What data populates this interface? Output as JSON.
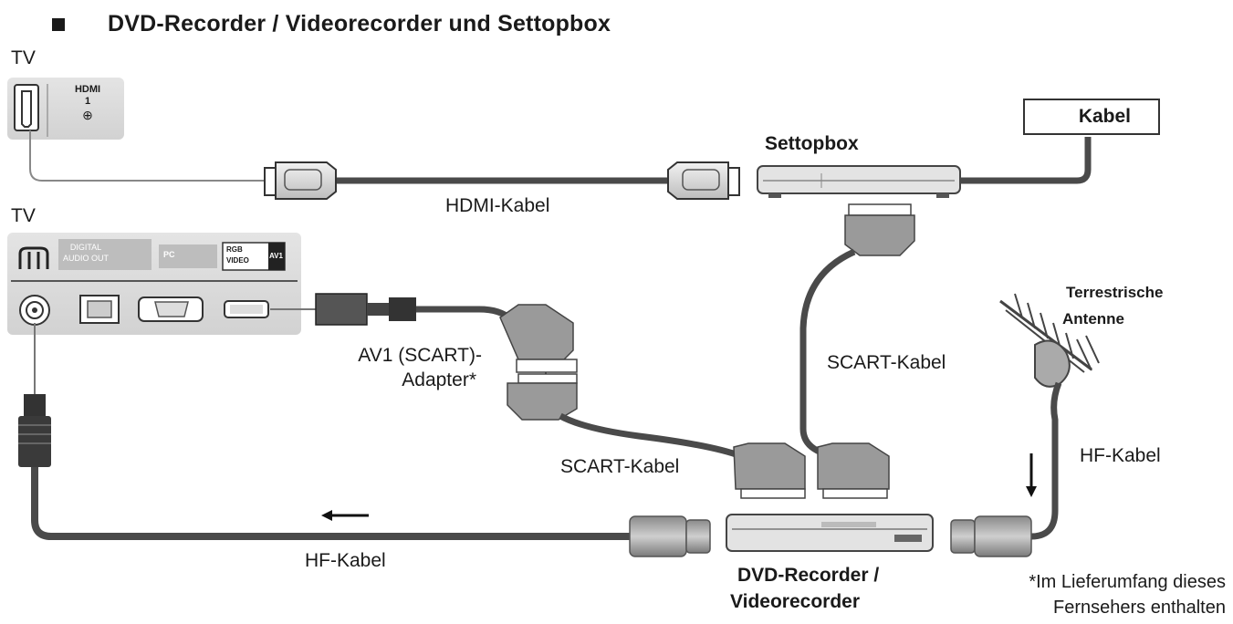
{
  "heading": "DVD-Recorder / Videorecorder und Settopbox",
  "tv_top": {
    "label": "TV",
    "port_name": "HDMI",
    "port_number": "1",
    "port_symbol": "⊕"
  },
  "tv_bottom": {
    "label": "TV",
    "digital_audio": [
      "DIGITAL",
      "AUDIO OUT"
    ],
    "pc_tag": "PC",
    "av1_tag": "AV1",
    "rgb": "RGB",
    "video": "VIDEO"
  },
  "labels": {
    "hdmi_cable": "HDMI-Kabel",
    "settopbox": "Settopbox",
    "kabel": "Kabel",
    "scart_cable_right": "SCART-Kabel",
    "adapter_line1": "AV1 (SCART)-",
    "adapter_line2": "Adapter*",
    "scart_cable_left": "SCART-Kabel",
    "terrestrial_line1": "Terrestrische",
    "terrestrial_line2": "Antenne",
    "hf_cable_right": "HF-Kabel",
    "hf_cable_bottom": "HF-Kabel",
    "dvd_line1": "DVD-Recorder /",
    "dvd_line2": "Videorecorder",
    "footnote_line1": "*Im Lieferumfang dieses",
    "footnote_line2": "Fernsehers enthalten"
  },
  "icons": [
    "hdmi-port-icon",
    "antenna-icon",
    "scart-plug-icon",
    "hf-plug-icon",
    "arrow-left-icon",
    "arrow-down-icon",
    "headphone-icon"
  ]
}
